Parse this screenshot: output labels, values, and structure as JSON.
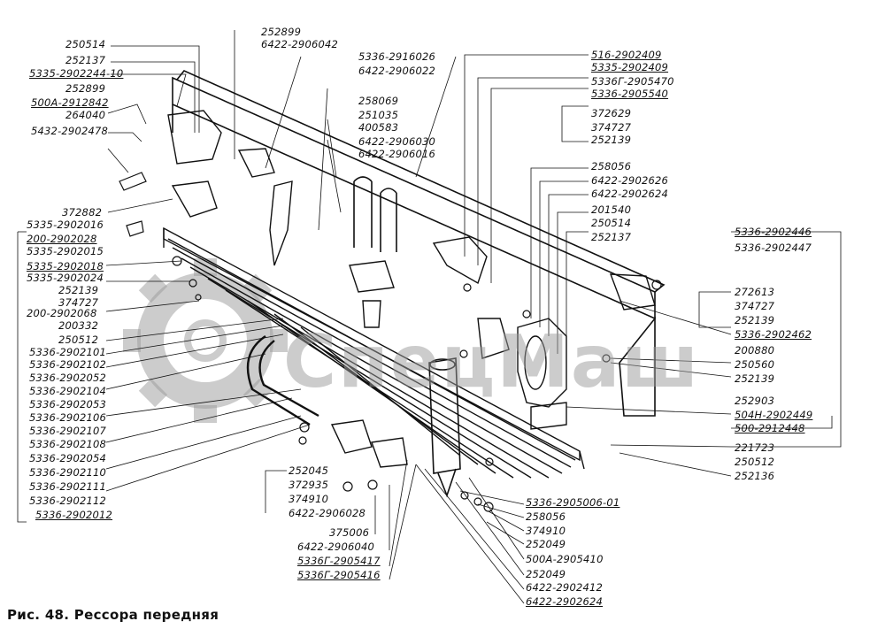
{
  "caption": "Рис. 48. Рессора передняя",
  "watermark": "СпецМаш",
  "colors": {
    "ink": "#111111",
    "watermark": "#9a9a9a"
  },
  "labels": [
    "250514",
    "252137",
    "5335-2902244-10",
    "252899",
    "500А-2912842",
    "264040",
    "5432-2902478",
    "372882",
    "5335-2902016",
    "200-2902028",
    "5335-2902015",
    "5335-2902018",
    "5335-2902024",
    "252139",
    "374727",
    "200-2902068",
    "200332",
    "250512",
    "5336-2902101",
    "5336-2902102",
    "5336-2902052",
    "5336-2902104",
    "5336-2902053",
    "5336-2902106",
    "5336-2902107",
    "5336-2902108",
    "5336-2902054",
    "5336-2902110",
    "5336-2902111",
    "5336-2902112",
    "5336-2902012",
    "252899",
    "6422-2906042",
    "5336-2916026",
    "6422-2906022",
    "258069",
    "251035",
    "400583",
    "6422-2906030",
    "6422-2906016",
    "516-2902409",
    "5335-2902409",
    "5336Г-2905470",
    "5336-2905540",
    "372629",
    "374727",
    "252139",
    "258056",
    "6422-2902626",
    "6422-2902624",
    "201540",
    "250514",
    "252137",
    "5336-2902446",
    "5336-2902447",
    "272613",
    "374727",
    "252139",
    "5336-2902462",
    "200880",
    "250560",
    "252139",
    "252903",
    "504Н-2902449",
    "500-2912448",
    "221723",
    "250512",
    "252136",
    "252045",
    "372935",
    "374910",
    "6422-2906028",
    "375006",
    "6422-2906040",
    "5336Г-2905417",
    "5336Г-2905416",
    "5336-2905006-01",
    "258056",
    "374910",
    "252049",
    "500А-2905410",
    "252049",
    "6422-2902412",
    "6422-2902624"
  ]
}
